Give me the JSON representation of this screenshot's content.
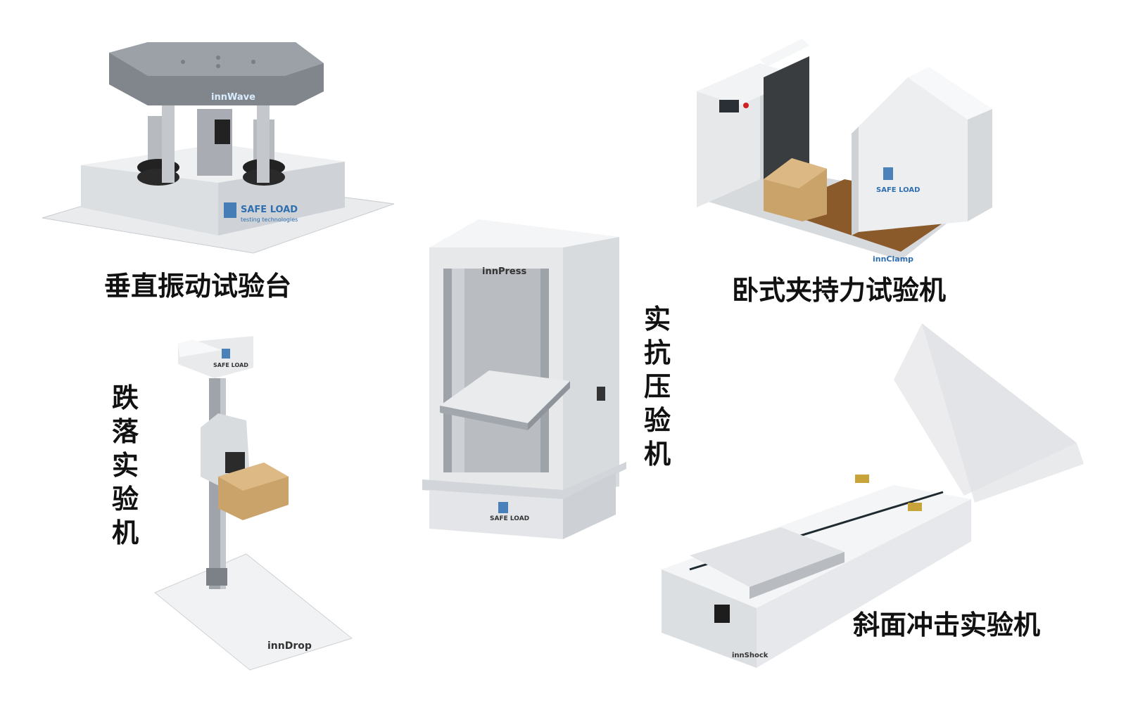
{
  "labels": {
    "vertical_vibration": "垂直振动试验台",
    "clamp": "卧式夹持力试验机",
    "compression": "实抗压验机",
    "drop": "跌落实验机",
    "incline": "斜面冲击实验机"
  },
  "compression_chars": [
    "实",
    "抗",
    "压",
    "验",
    "机"
  ],
  "drop_chars": [
    "跌",
    "落",
    "实",
    "验",
    "机"
  ],
  "brands": {
    "innwave": "innWave",
    "innpress": "innPress",
    "innclamp": "innClamp",
    "inndrop": "innDrop",
    "innshock": "innShock",
    "safe_load": "SAFE LOAD",
    "tagline": "testing technologies"
  },
  "colors": {
    "machine_body": "#e4e6e8",
    "machine_shadow": "#c9ccd0",
    "table_top": "#8a8f96",
    "brand_blue": "#2f6fb0",
    "cardboard": "#c9a36a",
    "wood_floor": "#8b5a2b",
    "label_text": "#111111"
  }
}
